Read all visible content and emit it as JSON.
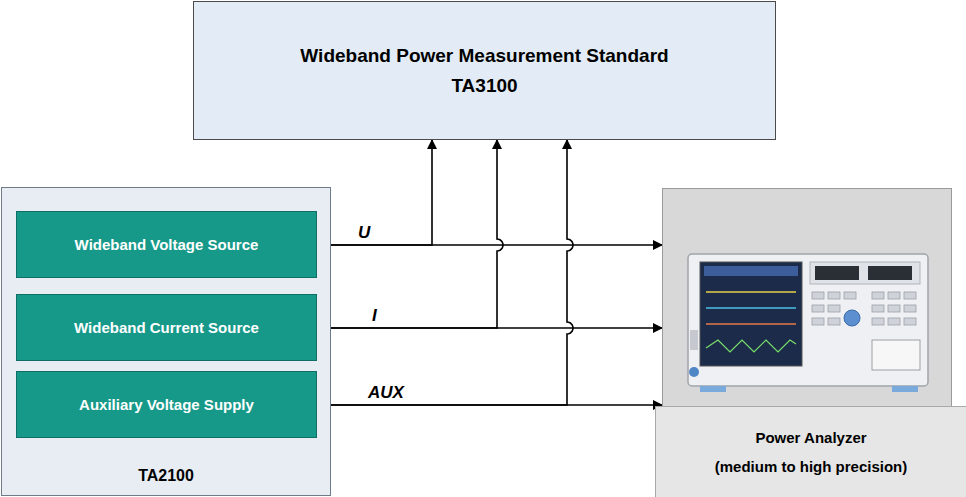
{
  "diagram": {
    "nodes": [
      {
        "text": [
          "Wideband Power Measurement Standard",
          "TA3100"
        ]
      },
      {
        "text": [
          "TA2100"
        ]
      },
      {
        "text": [
          "Wideband Voltage Source"
        ],
        "in": 1
      },
      {
        "text": [
          "Wideband Current Source"
        ],
        "in": 1
      },
      {
        "text": [
          "Auxiliary Voltage Supply"
        ],
        "in": 1
      },
      {
        "text": [
          "Power Analyzer",
          "(medium to high precision)"
        ]
      }
    ],
    "edges": [
      {
        "from": 2,
        "to": 5,
        "arrow": "to",
        "label": "U"
      },
      {
        "from": 2,
        "to": 0,
        "arrow": "to"
      },
      {
        "from": 3,
        "to": 5,
        "arrow": "to",
        "label": "I"
      },
      {
        "from": 3,
        "to": 0,
        "arrow": "to"
      },
      {
        "from": 4,
        "to": 5,
        "arrow": "to",
        "label": "AUX"
      },
      {
        "from": 4,
        "to": 0,
        "arrow": "to"
      }
    ]
  }
}
